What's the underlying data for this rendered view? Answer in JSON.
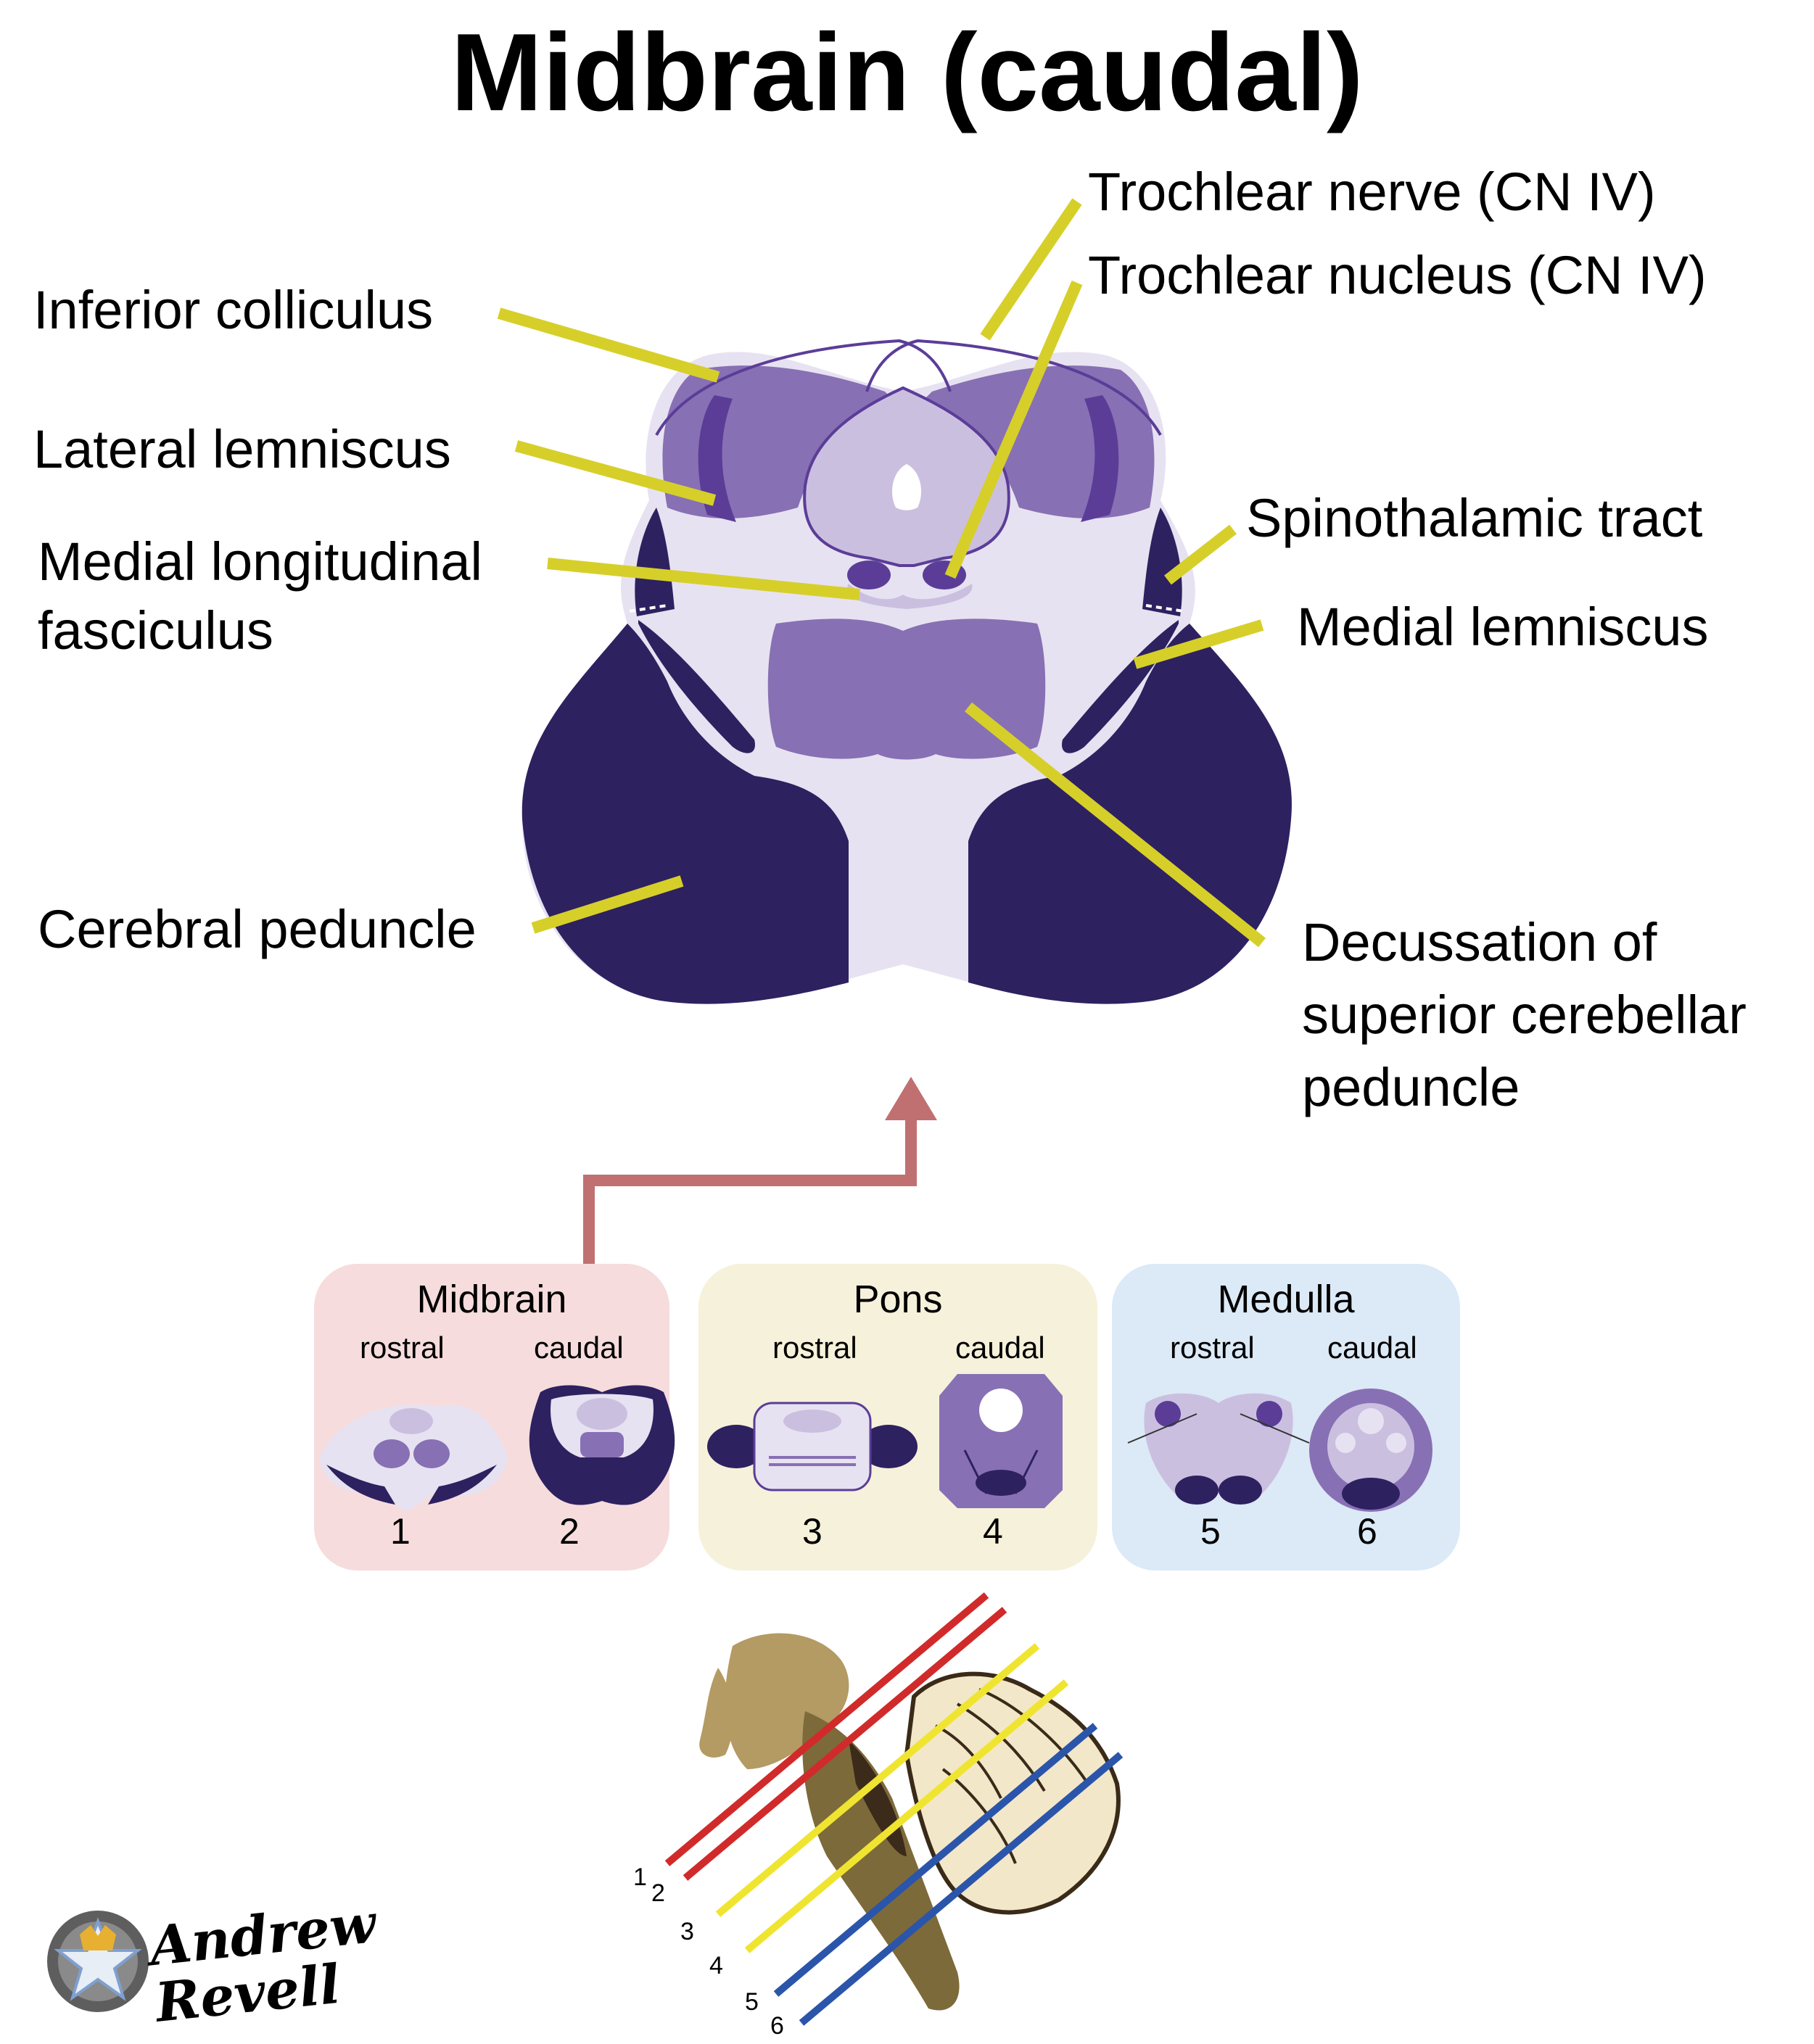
{
  "title": "Midbrain (caudal)",
  "labels": {
    "trochlear_nerve": "Trochlear nerve (CN IV)",
    "trochlear_nucleus": "Trochlear nucleus (CN IV)",
    "inferior_colliculus": "Inferior colliculus",
    "lateral_lemniscus": "Lateral lemniscus",
    "mlf_line1": "Medial longitudinal",
    "mlf_line2": "fasciculus",
    "spinothalamic": "Spinothalamic tract",
    "medial_lemniscus": "Medial lemniscus",
    "cerebral_peduncle": "Cerebral peduncle",
    "dscp_line1": "Decussation of",
    "dscp_line2": "superior cerebellar",
    "dscp_line3": "peduncle"
  },
  "navigator": {
    "midbrain": {
      "title": "Midbrain",
      "rostral": "rostral",
      "caudal": "caudal",
      "n1": "1",
      "n2": "2",
      "color": "#f6dcdc"
    },
    "pons": {
      "title": "Pons",
      "rostral": "rostral",
      "caudal": "caudal",
      "n1": "3",
      "n2": "4",
      "color": "#f6f1da"
    },
    "medulla": {
      "title": "Medulla",
      "rostral": "rostral",
      "caudal": "caudal",
      "n1": "5",
      "n2": "6",
      "color": "#dce9f6"
    }
  },
  "slice_numbers": [
    "1",
    "2",
    "3",
    "4",
    "5",
    "6"
  ],
  "author": {
    "line1": "Andrew",
    "line2": "Revell"
  },
  "colors": {
    "dark_purple": "#2e2160",
    "mid_purple": "#8870b4",
    "light_purple": "#cbbfe0",
    "pale_purple": "#e7e2f1",
    "deep_purple": "#5b3d98",
    "leader_yellow": "#d6cf2a",
    "arrow": "#c07070",
    "red_slice": "#d12a2a",
    "yellow_slice": "#efe530",
    "blue_slice": "#2a55aa"
  },
  "icons": [
    "author-logo-icon"
  ]
}
